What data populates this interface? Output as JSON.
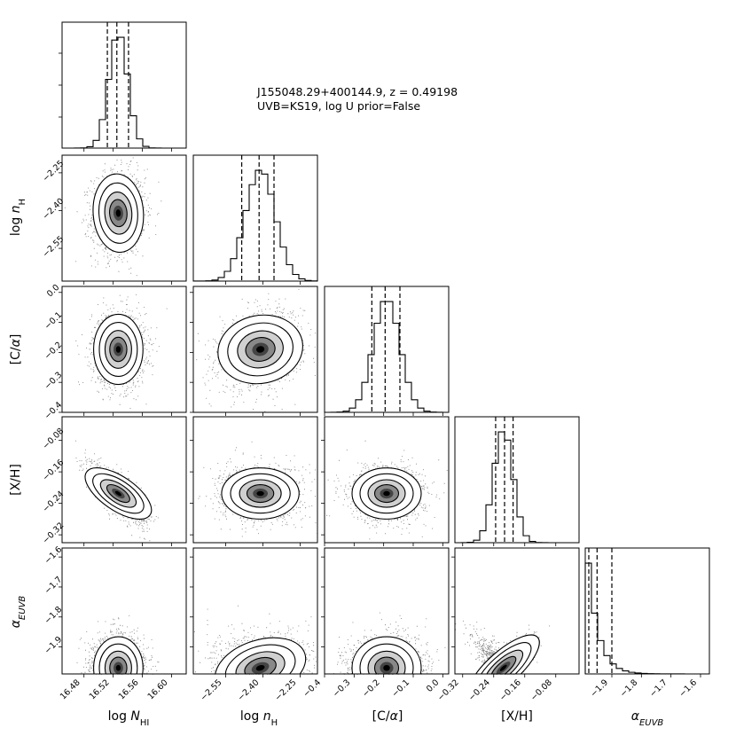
{
  "chart_data": {
    "type": "corner",
    "title_line1": "J155048.29+400144.9, z = 0.49198",
    "title_line2": "UVB=KS19, log U prior=False",
    "parameters": [
      {
        "key": "logNHI",
        "label": "log N_HI",
        "range": [
          16.45,
          16.62
        ],
        "ticks": [
          16.48,
          16.52,
          16.56,
          16.6
        ],
        "tick_labels": [
          "16.48",
          "16.52",
          "16.56",
          "16.60"
        ],
        "quantiles": [
          16.512,
          16.525,
          16.541
        ],
        "peak": 16.527,
        "sigma": 0.013
      },
      {
        "key": "lognH",
        "label": "log n_H",
        "range": [
          -2.68,
          -2.18
        ],
        "ticks": [
          -2.55,
          -2.4,
          -2.25
        ],
        "tick_labels": [
          "−2.55",
          "−2.40",
          "−2.25"
        ],
        "quantiles": [
          -2.485,
          -2.415,
          -2.355
        ],
        "peak": -2.41,
        "sigma": 0.06
      },
      {
        "key": "CalphaFe",
        "label": "[C/α]",
        "range": [
          -0.4,
          0.02
        ],
        "ticks": [
          -0.4,
          -0.3,
          -0.2,
          -0.1,
          0.0
        ],
        "tick_labels": [
          "−0.4",
          "−0.3",
          "−0.2",
          "−0.1",
          "0.0"
        ],
        "quantiles": [
          -0.24,
          -0.195,
          -0.145
        ],
        "peak": -0.19,
        "sigma": 0.045
      },
      {
        "key": "XH",
        "label": "[X/H]",
        "range": [
          -0.34,
          -0.02
        ],
        "ticks": [
          -0.32,
          -0.24,
          -0.16,
          -0.08
        ],
        "tick_labels": [
          "−0.32",
          "−0.24",
          "−0.16",
          "−0.08"
        ],
        "quantiles": [
          -0.235,
          -0.212,
          -0.19
        ],
        "peak": -0.215,
        "sigma": 0.025
      },
      {
        "key": "alphaEUVB",
        "label": "α_EUVB",
        "range": [
          -1.99,
          -1.57
        ],
        "ticks": [
          -1.9,
          -1.8,
          -1.7,
          -1.6
        ],
        "tick_labels": [
          "−1.9",
          "−1.8",
          "−1.7",
          "−1.6"
        ],
        "quantiles": [
          -1.978,
          -1.95,
          -1.9
        ],
        "peak": -1.99,
        "sigma": 0.04
      }
    ],
    "row_tick_labels": {
      "lognH": [
        "−2.25",
        "−2.40",
        "−2.55"
      ],
      "CalphaFe": [
        "0.0",
        "−0.1",
        "−0.2",
        "−0.3",
        "−0.4"
      ],
      "XH": [
        "−0.08",
        "−0.16",
        "−0.24",
        "−0.32"
      ],
      "alphaEUVB": [
        "−1.6",
        "−1.7",
        "−1.8",
        "−1.9"
      ]
    },
    "correlations": {
      "XH|logNHI": -0.75,
      "alphaEUVB|XH": 0.85,
      "lognH|logNHI": 0.05,
      "CalphaFe|lognH": 0.25,
      "alphaEUVB|lognH": 0.45
    }
  }
}
